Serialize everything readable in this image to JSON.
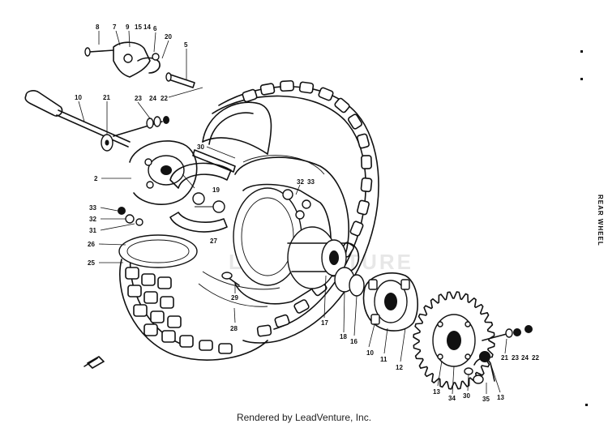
{
  "side_label": "REAR WHEEL",
  "watermark": "LEADVENTURE",
  "footer": "Rendered by LeadVenture, Inc.",
  "callouts": {
    "c2": "2",
    "c5": "5",
    "c6": "6",
    "c7": "7",
    "c8": "8",
    "c9": "9",
    "c10": "10",
    "c11": "11",
    "c12": "12",
    "c13": "13",
    "c14": "14",
    "c15": "15",
    "c16": "16",
    "c17": "17",
    "c18": "18",
    "c19": "19",
    "c20": "20",
    "c21": "21",
    "c22": "22",
    "c23": "23",
    "c24": "24",
    "c25": "25",
    "c26": "26",
    "c27": "27",
    "c28": "28",
    "c29": "29",
    "c30": "30",
    "c31": "31",
    "c32": "32",
    "c33": "33",
    "c34": "34",
    "c35": "35"
  }
}
